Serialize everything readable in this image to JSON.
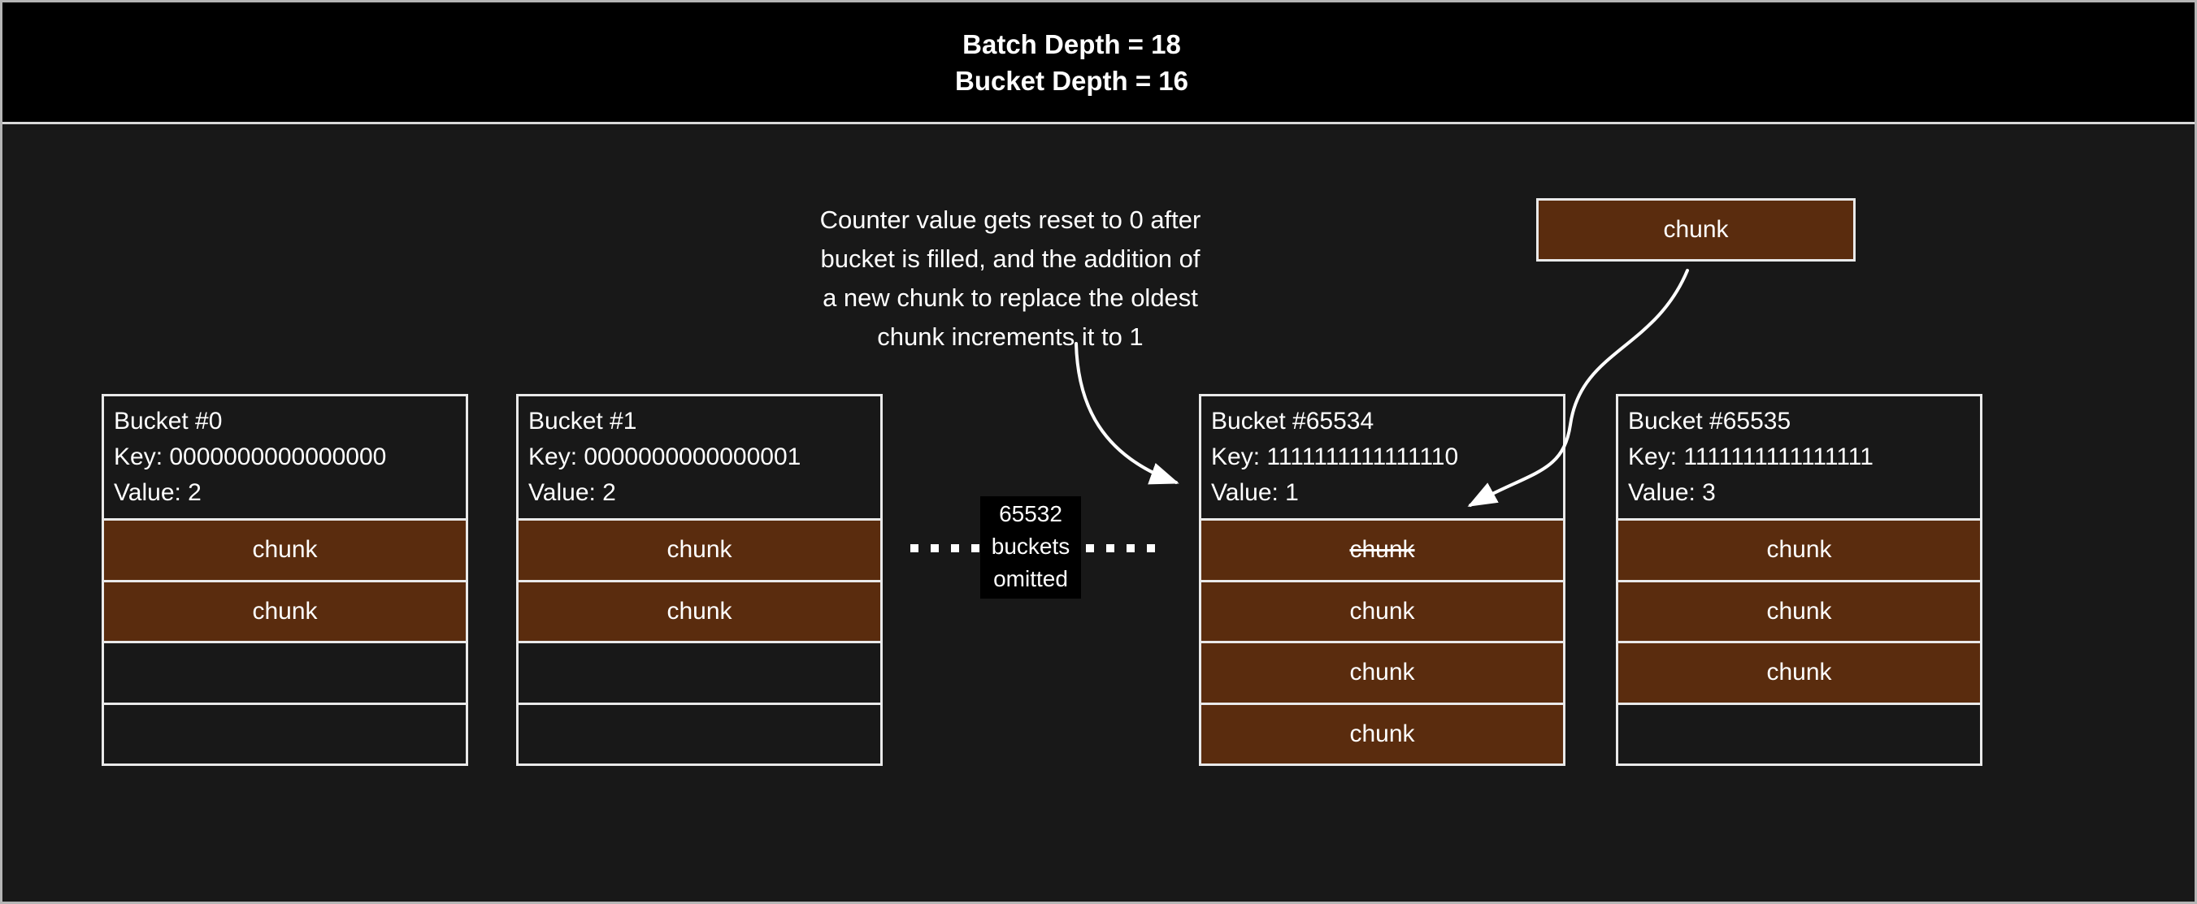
{
  "header": {
    "line1": "Batch Depth = 18",
    "line2": "Bucket Depth = 16"
  },
  "annotation": {
    "lines": [
      "Counter value gets reset to 0 after",
      "bucket is filled, and the addition of",
      "a new chunk to replace the oldest",
      "chunk increments it to 1"
    ]
  },
  "floating_chunk": {
    "label": "chunk"
  },
  "omitted": {
    "lines": [
      "65532",
      "buckets",
      "omitted"
    ]
  },
  "buckets": [
    {
      "title": "Bucket #0",
      "key": "Key: 0000000000000000",
      "value": "Value: 2",
      "slots": [
        {
          "label": "chunk",
          "filled": true,
          "struck": false
        },
        {
          "label": "chunk",
          "filled": true,
          "struck": false
        },
        {
          "label": "",
          "filled": false,
          "struck": false
        },
        {
          "label": "",
          "filled": false,
          "struck": false
        }
      ]
    },
    {
      "title": "Bucket #1",
      "key": "Key: 0000000000000001",
      "value": "Value: 2",
      "slots": [
        {
          "label": "chunk",
          "filled": true,
          "struck": false
        },
        {
          "label": "chunk",
          "filled": true,
          "struck": false
        },
        {
          "label": "",
          "filled": false,
          "struck": false
        },
        {
          "label": "",
          "filled": false,
          "struck": false
        }
      ]
    },
    {
      "title": "Bucket #65534",
      "key": "Key: 1111111111111110",
      "value": "Value: 1",
      "slots": [
        {
          "label": "chunk",
          "filled": true,
          "struck": true
        },
        {
          "label": "chunk",
          "filled": true,
          "struck": false
        },
        {
          "label": "chunk",
          "filled": true,
          "struck": false
        },
        {
          "label": "chunk",
          "filled": true,
          "struck": false
        }
      ]
    },
    {
      "title": "Bucket #65535",
      "key": "Key: 1111111111111111",
      "value": "Value: 3",
      "slots": [
        {
          "label": "chunk",
          "filled": true,
          "struck": false
        },
        {
          "label": "chunk",
          "filled": true,
          "struck": false
        },
        {
          "label": "chunk",
          "filled": true,
          "struck": false
        },
        {
          "label": "",
          "filled": false,
          "struck": false
        }
      ]
    }
  ],
  "colors": {
    "background": "#181818",
    "header_bg": "#000000",
    "chunk_fill": "#5a2c0e",
    "box_border": "#e9e9e9",
    "text": "#ffffff",
    "frame": "#b5b5b5"
  }
}
